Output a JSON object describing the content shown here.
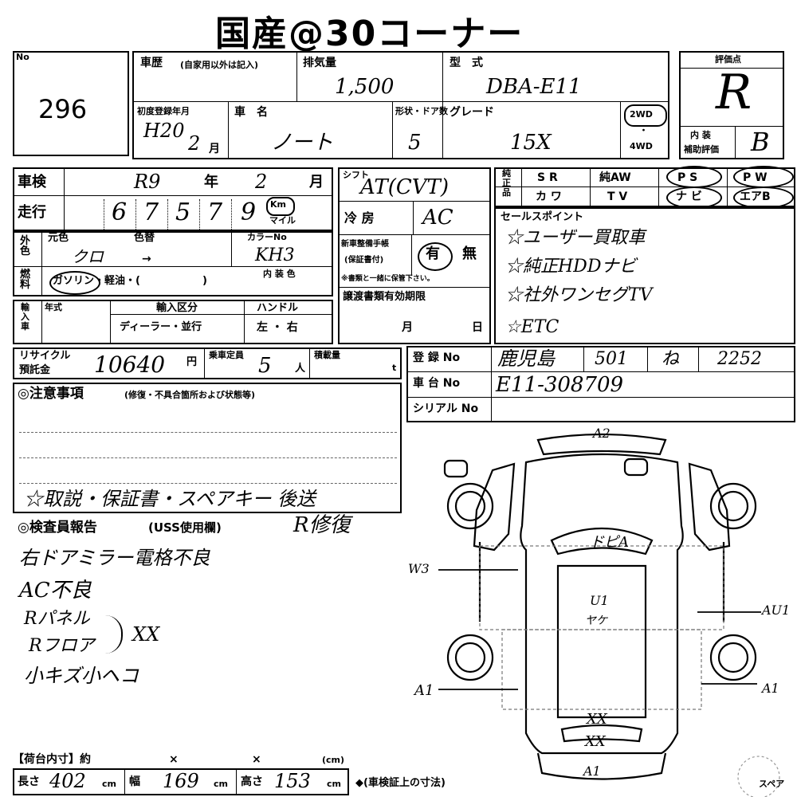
{
  "title": "国産@30コーナー",
  "no": {
    "label": "No",
    "value": "296"
  },
  "history": {
    "label": "車歴",
    "note": "(自家用以外は記入)"
  },
  "displacement": {
    "label": "排気量",
    "value": "1,500"
  },
  "model": {
    "label": "型　式",
    "value": "DBA-E11"
  },
  "score": {
    "label": "評価点",
    "value": "R"
  },
  "first_reg": {
    "label": "初度登録年月",
    "value": "H20",
    "month": "2",
    "month_unit": "月"
  },
  "car_name": {
    "label": "車　名",
    "value": "ノート"
  },
  "doors": {
    "label": "形状・ドア数",
    "value": "5"
  },
  "grade": {
    "label": "グレード",
    "value": "15X"
  },
  "drive": {
    "two": "2WD",
    "dot": "・",
    "four": "4WD"
  },
  "interior": {
    "label_1": "内 装",
    "label_2": "補助評価",
    "value": "B"
  },
  "inspection": {
    "label": "車検",
    "era": "R9",
    "year_unit": "年",
    "month": "2",
    "month_unit": "月"
  },
  "mileage": {
    "label": "走行",
    "digits": [
      "",
      "6",
      "7",
      "5",
      "7",
      "9"
    ],
    "unit_km": "Km",
    "unit_mile": "マイル"
  },
  "shift": {
    "label": "シフト",
    "value": "AT(CVT)"
  },
  "ac": {
    "label": "冷 房",
    "value": "AC"
  },
  "equip": {
    "col1": [
      "S R",
      "カ ワ"
    ],
    "col2": [
      "純AW",
      "T V"
    ],
    "col3": [
      "P S",
      "ナ ビ"
    ],
    "col4": [
      "P W",
      "エアB"
    ],
    "side_label": "純正品"
  },
  "ext_color": {
    "side": "外色",
    "orig_label": "元色",
    "repaint_label": "色替",
    "orig_value": "クロ",
    "arrow": "→",
    "code_label": "カラーNo",
    "code_value": "KH3"
  },
  "fuel": {
    "side": "燃料",
    "options": "ガソリン・軽油・(　　　　　　)",
    "int_color_label": "内 装 色"
  },
  "manual": {
    "label_1": "新車整備手帳",
    "label_2": "(保証書付)",
    "yes": "有",
    "no": "無",
    "note": "※書類と一緒に保管下さい。"
  },
  "sales_points": {
    "label": "セールスポイント",
    "items": [
      "☆ユーザー買取車",
      "☆純正HDDナビ",
      "☆社外ワンセグTV",
      "☆ETC"
    ]
  },
  "import": {
    "side": "輸入車",
    "year_label": "年式",
    "category_label": "輸入区分",
    "category_value": "ディーラー・並行",
    "handle_label": "ハンドル",
    "handle_value": "左 ・ 右"
  },
  "transfer": {
    "label": "譲渡書類有効期限",
    "month_unit": "月",
    "day_unit": "日"
  },
  "recycle": {
    "label_1": "リサイクル",
    "label_2": "預託金",
    "value": "10640",
    "unit": "円"
  },
  "capacity": {
    "label": "乗車定員",
    "value": "5",
    "unit": "人"
  },
  "load": {
    "label": "積載量",
    "unit": "t"
  },
  "reg_no": {
    "label": "登 録 No",
    "area": "鹿児島",
    "class": "501",
    "kana": "ね",
    "num": "2252"
  },
  "chassis_no": {
    "label": "車 台 No",
    "value": "E11-308709"
  },
  "serial_no": {
    "label": "シリアル No"
  },
  "notes": {
    "title": "◎注意事項",
    "subtitle": "(修復・不具合箇所および状態等)",
    "line": "☆取説・保証書・スペアキー 後送"
  },
  "inspector": {
    "title": "◎検査員報告",
    "subtitle": "(USS使用欄)",
    "grade_note": "R修復",
    "lines": [
      "右ドアミラー電格不良",
      "AC不良",
      "Rパネル",
      "Rフロア",
      "小キズ小ヘコ"
    ],
    "bracket_mark": "XX"
  },
  "cargo": {
    "label": "【荷台内寸】約",
    "x1": "×",
    "x2": "×",
    "unit": "(cm)"
  },
  "dims": {
    "len_label": "長さ",
    "len": "402",
    "wid_label": "幅",
    "wid": "169",
    "hgt_label": "高さ",
    "hgt": "153",
    "unit": "cm",
    "note": "◆(車検証上の寸法)"
  },
  "diagram": {
    "a2": "A2",
    "w3": "W3",
    "hira": "ドピA",
    "u1": "U1",
    "yake": "ヤケ",
    "au1": "AU1",
    "a1_left": "A1",
    "a1_right": "A1",
    "xx_top": "XX",
    "xx_bottom": "XX",
    "a1_bottom": "A1",
    "spare": "スペア"
  }
}
